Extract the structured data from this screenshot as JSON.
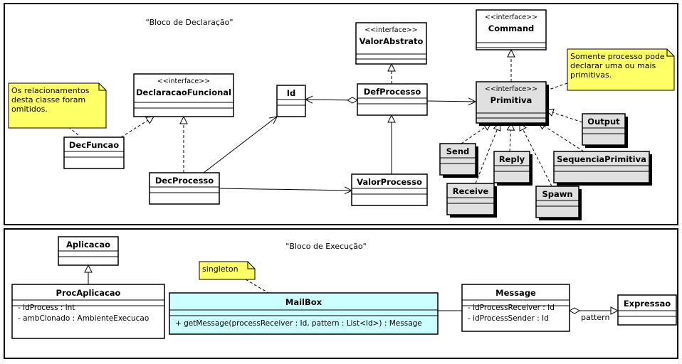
{
  "packages": {
    "declaration": {
      "title": "\"Bloco de Declaração\""
    },
    "execution": {
      "title": "\"Bloco de Execução\""
    }
  },
  "stereotype": "<<interface>>",
  "classes": {
    "ValorAbstrato": {
      "name": "ValorAbstrato",
      "interface": true
    },
    "Command": {
      "name": "Command",
      "interface": true
    },
    "DeclaracaoFuncional": {
      "name": "DeclaracaoFuncional",
      "interface": true
    },
    "Id": {
      "name": "Id"
    },
    "DefProcesso": {
      "name": "DefProcesso"
    },
    "Primitiva": {
      "name": "Primitiva",
      "interface": true
    },
    "DecFuncao": {
      "name": "DecFuncao"
    },
    "DecProcesso": {
      "name": "DecProcesso"
    },
    "ValorProcesso": {
      "name": "ValorProcesso"
    },
    "Send": {
      "name": "Send"
    },
    "Reply": {
      "name": "Reply"
    },
    "Output": {
      "name": "Output"
    },
    "SequenciaPrimitiva": {
      "name": "SequenciaPrimitiva"
    },
    "Receive": {
      "name": "Receive"
    },
    "Spawn": {
      "name": "Spawn"
    },
    "Aplicacao": {
      "name": "Aplicacao"
    },
    "ProcAplicacao": {
      "name": "ProcAplicacao",
      "attributes": [
        "- idProcess : int",
        "- ambClonado : AmbienteExecucao"
      ]
    },
    "MailBox": {
      "name": "MailBox",
      "operations": [
        "+ getMessage(processReceiver : Id, pattern : List<Id>) : Message"
      ]
    },
    "Message": {
      "name": "Message",
      "attributes": [
        "- idProcessReceiver : Id",
        "- idProcessSender : Id"
      ]
    },
    "Expressao": {
      "name": "Expressao"
    }
  },
  "notes": {
    "relacionamentos": [
      "Os relacionamentos",
      "desta classe foram",
      "omitidos."
    ],
    "somente": [
      "Somente processo pode",
      "declarar uma ou mais",
      "primitivas."
    ],
    "singleton": [
      "singleton"
    ]
  },
  "labels": {
    "pattern": "pattern"
  },
  "colors": {
    "grey_fill": "#e0e0e0",
    "mailbox_fill": "#ccffff",
    "note_fill": "#ffff66",
    "stroke": "#000000"
  }
}
